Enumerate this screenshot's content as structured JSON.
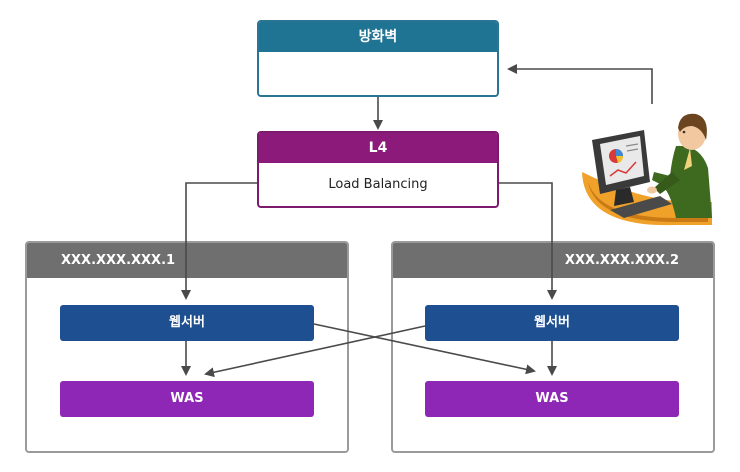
{
  "firewall": {
    "title": "방화벽",
    "body": ""
  },
  "l4": {
    "title": "L4",
    "body": "Load Balancing"
  },
  "server1": {
    "ip": "XXX.XXX.XXX.1",
    "web": "웹서버",
    "was": "WAS"
  },
  "server2": {
    "ip": "XXX.XXX.XXX.2",
    "web": "웹서버",
    "was": "WAS"
  },
  "colors": {
    "firewall_header": "#1f7393",
    "l4_header": "#8b1a7a",
    "server_header": "#6f6f6f",
    "web_server": "#1e4f91",
    "was": "#8e26b6",
    "arrow": "#4a4a4a"
  },
  "icons": {
    "user": "user-at-computer-icon"
  }
}
